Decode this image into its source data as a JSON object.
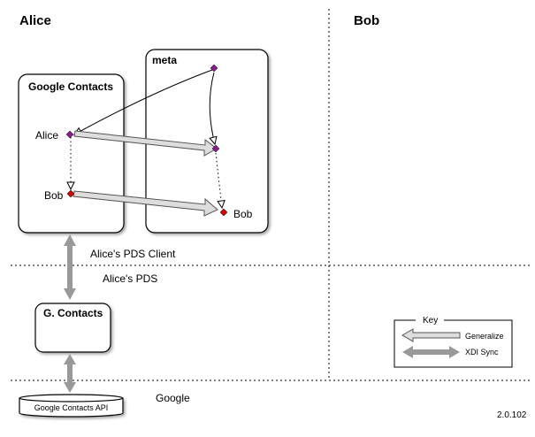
{
  "sections": {
    "left_title": "Alice",
    "right_title": "Bob"
  },
  "boxes": {
    "google_contacts": "Google Contacts",
    "meta": "meta",
    "g_contacts": "G. Contacts",
    "api": "Google Contacts API"
  },
  "nodes": {
    "alice_gc": "Alice",
    "bob_gc": "Bob",
    "bob_meta": "Bob"
  },
  "labels": {
    "pds_client": "Alice's PDS Client",
    "pds": "Alice's PDS",
    "google": "Google",
    "version": "2.0.102"
  },
  "key": {
    "title": "Key",
    "generalize": "Generalize",
    "xdi_sync": "XDI Sync"
  },
  "colors": {
    "meta_node": "#8B1A8B",
    "bob_node": "#D40000",
    "sync_arrow": "#999999",
    "generalize_fill": "#dddddd"
  }
}
